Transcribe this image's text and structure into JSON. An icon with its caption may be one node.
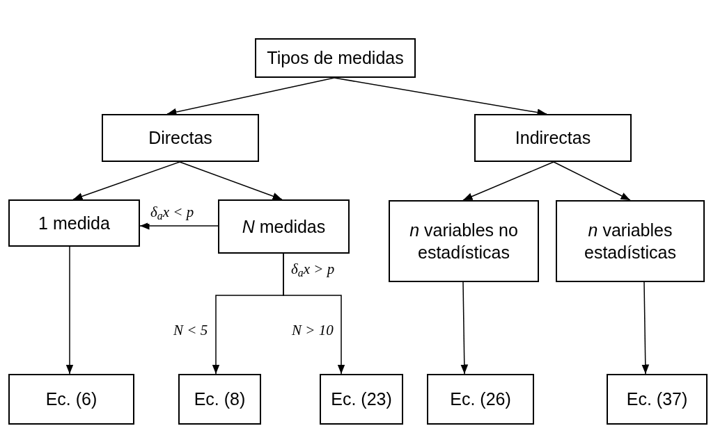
{
  "diagram": {
    "nodes": [
      {
        "text": [
          "Tipos de medidas"
        ]
      },
      {
        "text": [
          "Directas"
        ]
      },
      {
        "text": [
          "Indirectas"
        ]
      },
      {
        "text": [
          "1 medida"
        ]
      },
      {
        "text": [
          "*N* medidas"
        ]
      },
      {
        "text": [
          "*n* variables no estadísticas"
        ]
      },
      {
        "text": [
          "*n* variables estadísticas"
        ]
      },
      {
        "text": [
          "Ec. (6)"
        ]
      },
      {
        "text": [
          "Ec. (8)"
        ]
      },
      {
        "text": [
          "Ec. (23)"
        ]
      },
      {
        "text": [
          "Ec. (26)"
        ]
      },
      {
        "text": [
          "Ec. (37)"
        ]
      }
    ],
    "edges": [
      {
        "from": 0,
        "to": 1,
        "arrow": "to"
      },
      {
        "from": 0,
        "to": 2,
        "arrow": "to"
      },
      {
        "from": 1,
        "to": 3,
        "arrow": "to"
      },
      {
        "from": 1,
        "to": 4,
        "arrow": "to"
      },
      {
        "from": 2,
        "to": 5,
        "arrow": "to"
      },
      {
        "from": 2,
        "to": 6,
        "arrow": "to"
      },
      {
        "from": 4,
        "to": 3,
        "arrow": "to",
        "label": "δ$_{a}$x < p"
      },
      {
        "from": 4,
        "to": 8,
        "arrow": "to",
        "label": "N < 5"
      },
      {
        "from": 4,
        "to": 9,
        "arrow": "to",
        "label": "N > 10"
      },
      {
        "from": 3,
        "to": 7,
        "arrow": "to"
      },
      {
        "from": 5,
        "to": 10,
        "arrow": "to"
      },
      {
        "from": 6,
        "to": 11,
        "arrow": "to"
      }
    ],
    "labels": [
      "δ$_{a}$x > p"
    ]
  }
}
